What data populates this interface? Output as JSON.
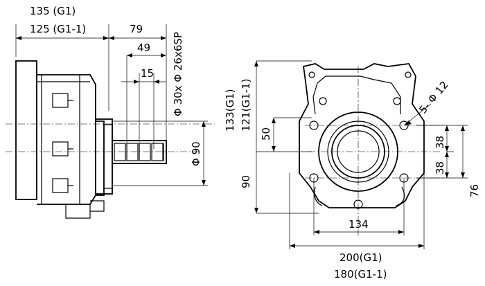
{
  "side_view": {
    "dim_overall_g1": "135 (G1)",
    "dim_overall_g1_1": "125 (G1-1)",
    "dim_shaft_79": "79",
    "dim_shaft_49": "49",
    "dim_shaft_15": "15",
    "dim_spline": "Φ 30x Φ 26x6SP",
    "dim_pilot_dia": "Φ 90"
  },
  "front_view": {
    "dim_height_g1": "133(G1)",
    "dim_height_g1_1": "121(G1-1)",
    "dim_50": "50",
    "dim_90": "90",
    "dim_holes": "5- Φ 12",
    "dim_38_upper": "38",
    "dim_38_lower": "38",
    "dim_76": "76",
    "dim_134": "134",
    "dim_width_g1": "200(G1)",
    "dim_width_g1_1": "180(G1-1)"
  }
}
